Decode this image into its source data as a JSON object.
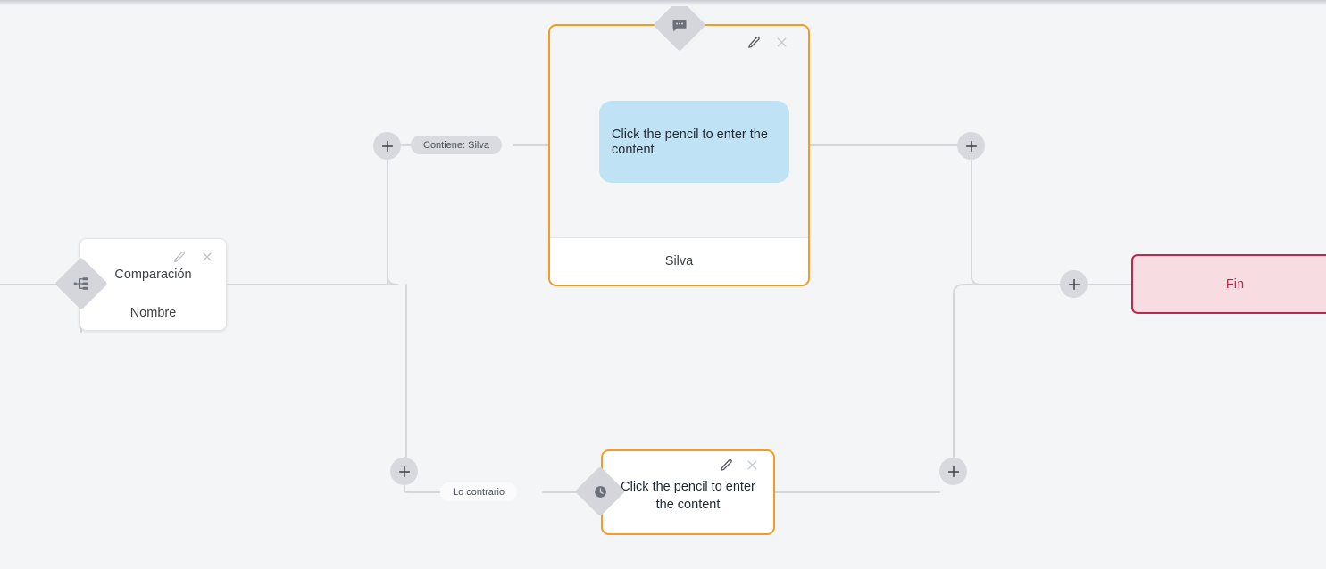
{
  "canvas": {
    "background_color": "#f4f5f7",
    "edge_color": "#d5d7dc"
  },
  "nodes": [
    {
      "id": "comparacion",
      "type": "condition",
      "badge_icon": "sitemap-icon",
      "title": "Comparación",
      "subtitle": "Nombre",
      "edit_label": "Edit",
      "close_label": "Close"
    },
    {
      "id": "message-top",
      "type": "message",
      "badge_icon": "chat-bubble-icon",
      "bubble_text": "Click the pencil to enter the content",
      "footer_text": "Silva",
      "border_color": "#f59a23",
      "bubble_color": "#bfe3f5",
      "edit_label": "Edit",
      "close_label": "Close"
    },
    {
      "id": "message-bottom",
      "type": "message",
      "badge_icon": "clock-icon",
      "text": "Click the pencil to enter the content",
      "border_color": "#f59a23",
      "edit_label": "Edit",
      "close_label": "Close"
    },
    {
      "id": "fin",
      "type": "end",
      "label": "Fin",
      "border_color": "#c1274a",
      "background_color": "#f7dde2"
    }
  ],
  "edge_labels": [
    {
      "id": "contiene",
      "text": "Contiene: Silva",
      "background_color": "#d9dbdf"
    },
    {
      "id": "contrario",
      "text": "Lo contrario",
      "background_color": "#fbfbfc"
    }
  ],
  "add_buttons": [
    {
      "id": "add-top-left",
      "label": "+"
    },
    {
      "id": "add-top-right",
      "label": "+"
    },
    {
      "id": "add-bottom-left",
      "label": "+"
    },
    {
      "id": "add-bottom-right",
      "label": "+"
    },
    {
      "id": "add-before-fin",
      "label": "+"
    }
  ]
}
